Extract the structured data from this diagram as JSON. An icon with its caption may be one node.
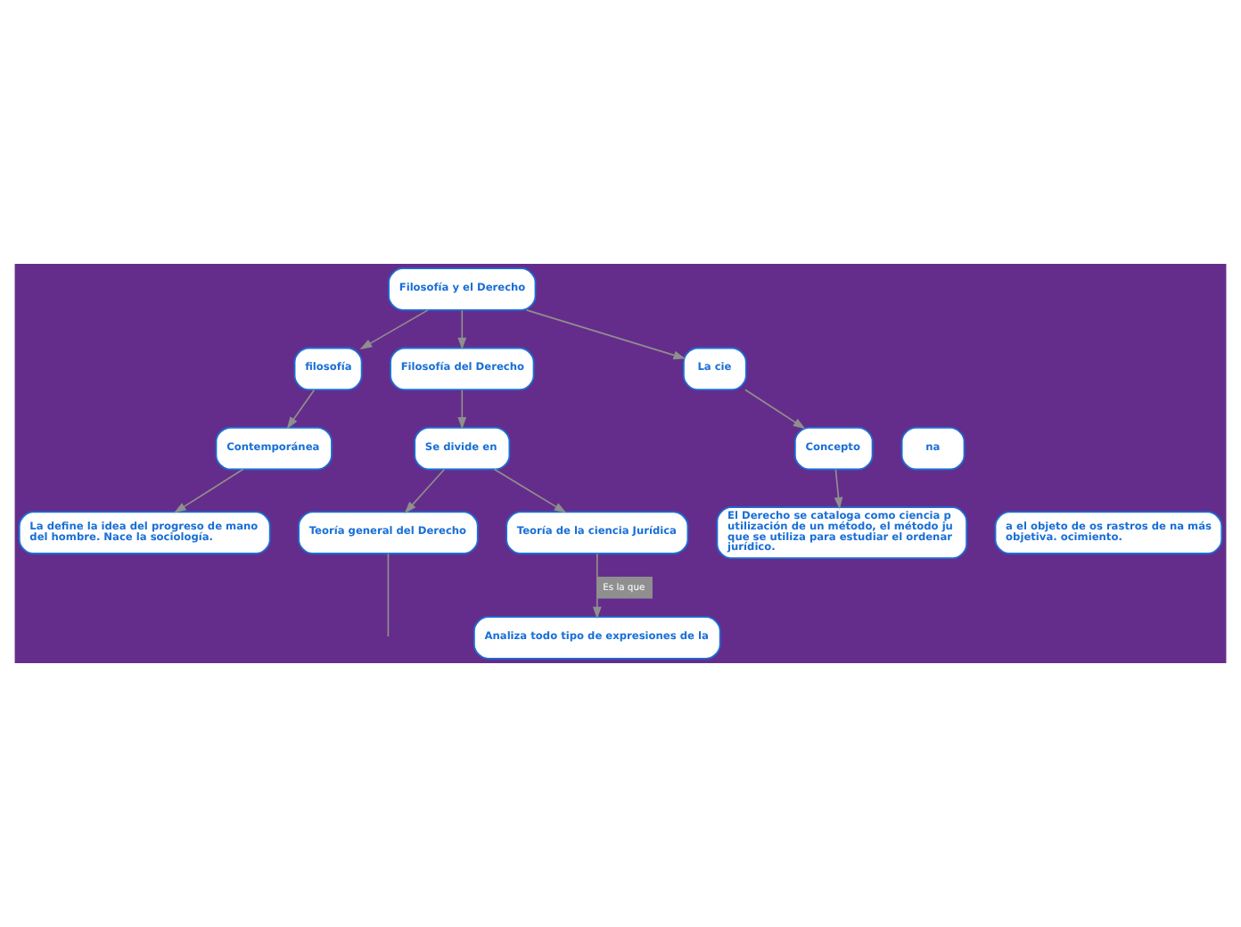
{
  "diagram": {
    "nodes": [
      {
        "text": [
          "Filosofía y el Derecho"
        ]
      },
      {
        "text": [
          "filosofía"
        ]
      },
      {
        "text": [
          "Filosofía del Derecho"
        ]
      },
      {
        "text": [
          "La cie"
        ]
      },
      {
        "text": [
          "Se divide en"
        ]
      },
      {
        "text": [
          "Contemporánea"
        ]
      },
      {
        "text": [
          "na"
        ]
      },
      {
        "text": [
          "Concepto"
        ]
      },
      {
        "text": [
          "Teoría general del Derecho"
        ]
      },
      {
        "text": [
          "Teoría de la ciencia Jurídica"
        ]
      },
      {
        "text": [
          "a el objeto de os rastros de na más objetiva. ocimiento."
        ]
      },
      {
        "text": [
          "El Derecho se cataloga como ciencia p utilización de un método, el método ju que se utiliza para estudiar el ordenar jurídico."
        ]
      },
      {
        "text": [
          "La define la idea del progreso de mano del hombre. Nace la sociología."
        ]
      },
      {
        "text": [
          "Analiza todo tipo de expresiones de la"
        ]
      }
    ],
    "edges": [
      {
        "from": 0,
        "to": 1,
        "arrow": "to"
      },
      {
        "from": 0,
        "to": 2,
        "arrow": "to"
      },
      {
        "from": 0,
        "to": 3,
        "arrow": "to"
      },
      {
        "from": 1,
        "to": 5,
        "arrow": "to"
      },
      {
        "from": 2,
        "to": 4,
        "arrow": "to"
      },
      {
        "from": 5,
        "to": 12,
        "arrow": "to"
      },
      {
        "from": 4,
        "to": 8,
        "arrow": "to"
      },
      {
        "from": 4,
        "to": 9,
        "arrow": "to"
      },
      {
        "from": 9,
        "to": 13,
        "label": "Es la que",
        "arrow": "to"
      },
      {
        "from": 3,
        "to": 7,
        "arrow": "to"
      },
      {
        "from": 7,
        "to": 11,
        "arrow": "to"
      },
      {
        "from": 8,
        "to": null,
        "arrow": "none"
      }
    ]
  }
}
